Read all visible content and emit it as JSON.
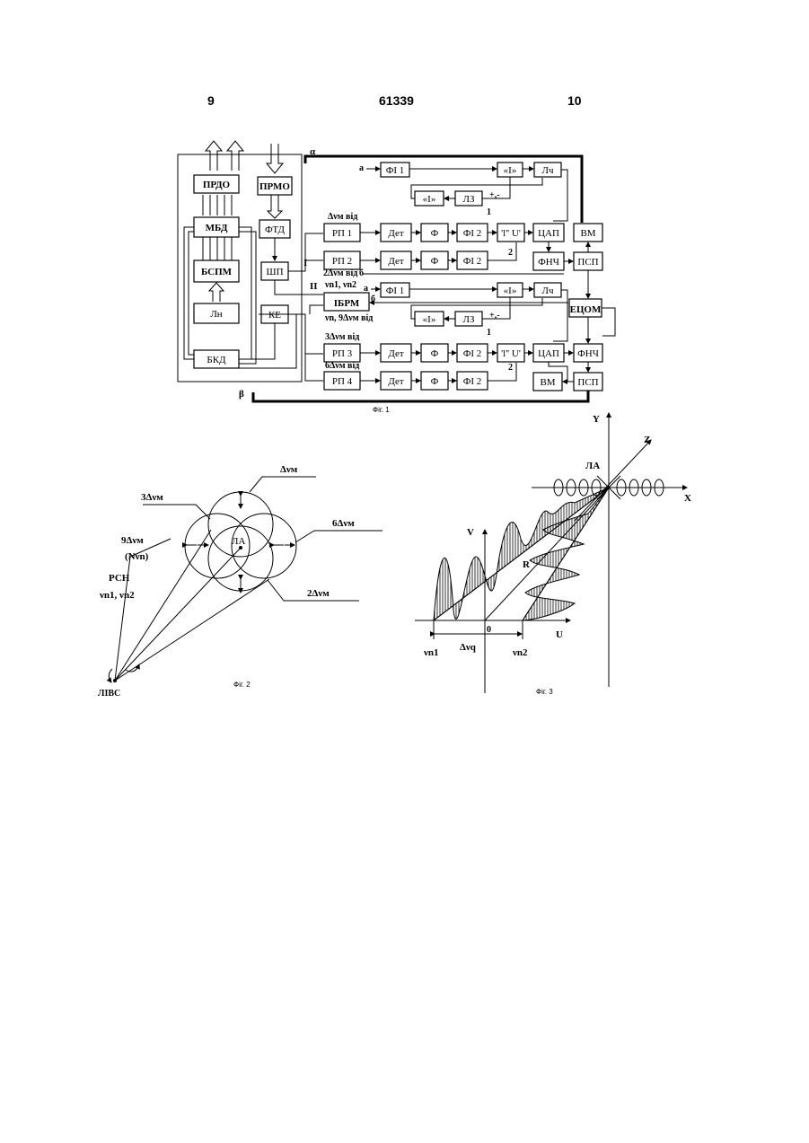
{
  "header": {
    "page_left": "9",
    "patent_number": "61339",
    "page_right": "10"
  },
  "fig1": {
    "caption": "Фіг. 1",
    "alpha": "α",
    "beta": "β",
    "blocks": {
      "prdo": "ПРДО",
      "prmo": "ПРМО",
      "mbd": "МБД",
      "ftd": "ФТД",
      "bspm": "БСПМ",
      "shp": "ШП",
      "ln": "Лн",
      "ke": "КЕ",
      "bkd": "БКД",
      "fi1": "ФІ 1",
      "int": "«I»",
      "lch": "Лч",
      "lz": "ЛЗ",
      "rp1": "РП 1",
      "rp2": "РП 2",
      "rp3": "РП 3",
      "rp4": "РП 4",
      "det": "Дет",
      "f": "Ф",
      "fi2": "ФІ 2",
      "key": "'l'' U'",
      "tsap": "ЦАП",
      "vm": "ВМ",
      "fnch": "ФНЧ",
      "psp": "ПСП",
      "ibrm": "ІБРМ",
      "etsom": "ЕЦОМ"
    },
    "labels": {
      "dv1": "Δνм від",
      "dv2": "2Δνм від",
      "vn": "νn1, νn2",
      "vn9": "νn, 9Δνм від",
      "dv3": "3Δνм від",
      "dv6": "6Δνм від",
      "I": "I",
      "II": "II",
      "a": "a",
      "b": "б",
      "pm": "+,-",
      "n1": "1",
      "n2": "2"
    }
  },
  "fig2": {
    "caption": "Фіг. 2",
    "l_dv": "Δνм",
    "l_3dv": "3Δνм",
    "l_6dv": "6Δνм",
    "l_9dv": "9Δνм",
    "l_nvn": "(Nνn)",
    "l_rsn": "РСН",
    "l_vn": "νn1, νn2",
    "l_2dv": "2Δνм",
    "l_la": "ЛА",
    "l_livs": "ЛІВС"
  },
  "fig3": {
    "caption": "Фіг. 3",
    "y": "Y",
    "z": "Z",
    "x": "X",
    "la": "ЛА",
    "v": "V",
    "u": "U",
    "r": "R",
    "zero": "0",
    "vn1": "νn1",
    "vn2": "νn2",
    "dvq": "Δνq"
  }
}
